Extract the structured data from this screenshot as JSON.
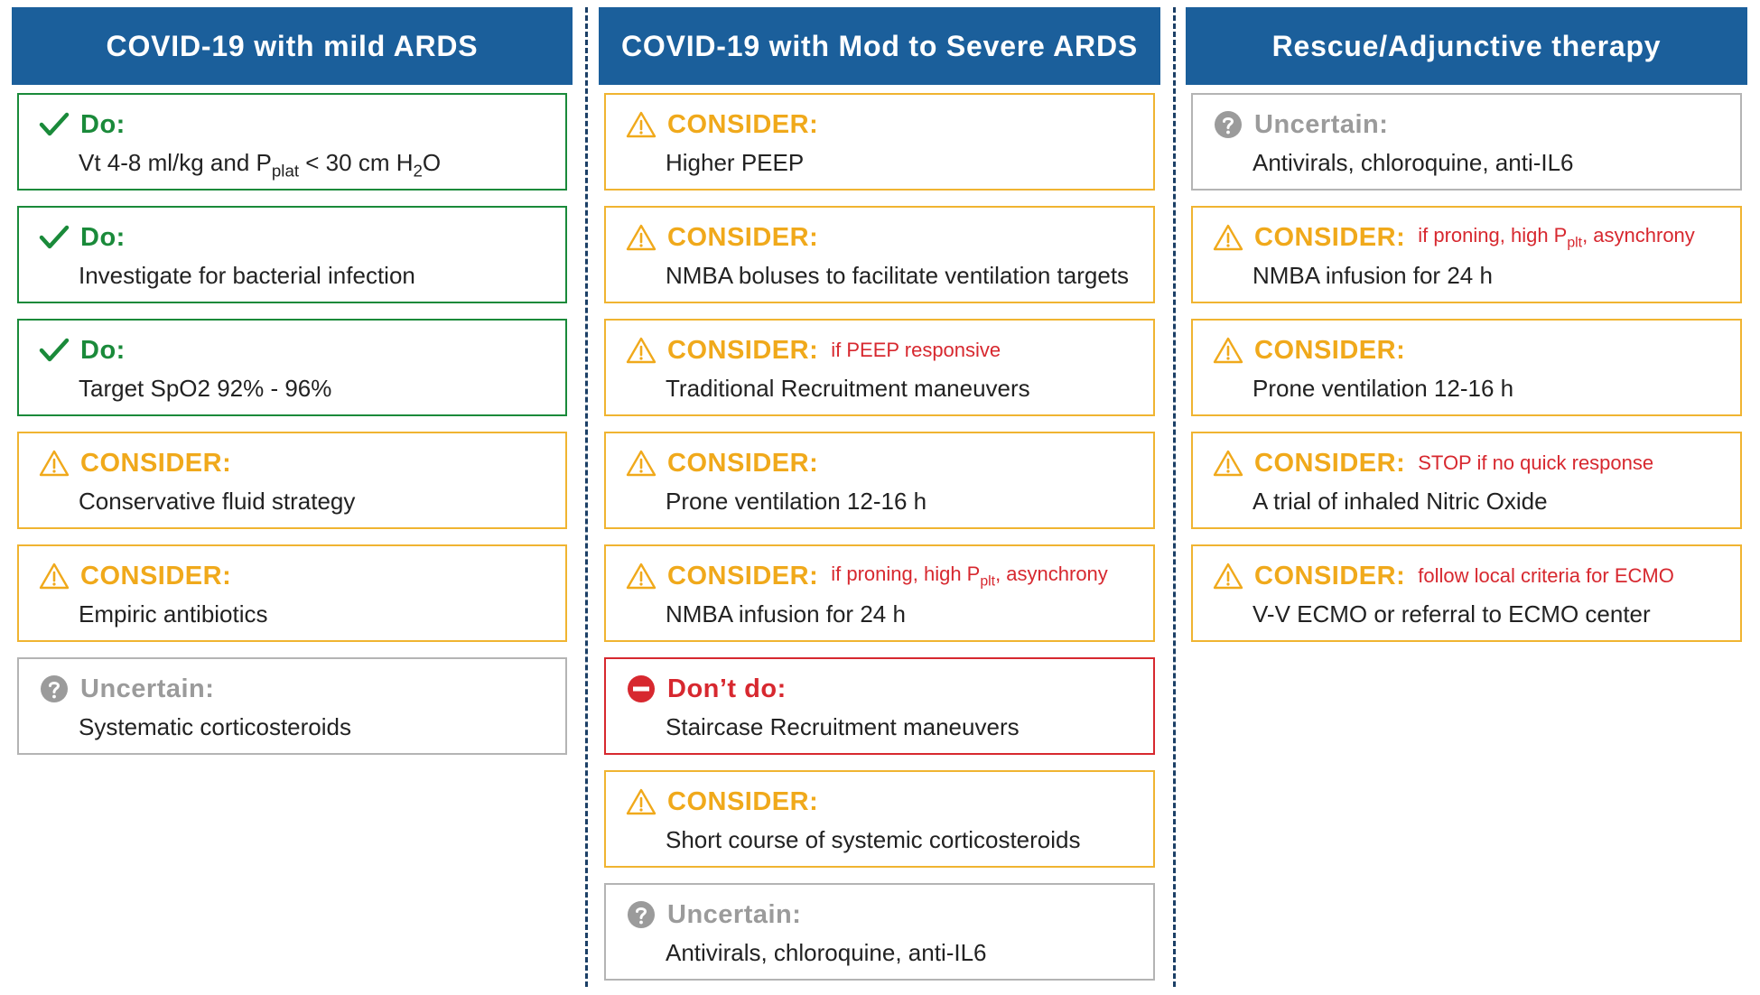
{
  "columns": [
    {
      "header": "COVID-19 with mild ARDS",
      "cards": [
        {
          "type": "do",
          "label": "Do:",
          "text_parts": [
            "Vt 4-8 ml/kg and P",
            "plat",
            " < 30 cm H",
            "2",
            "O"
          ]
        },
        {
          "type": "do",
          "label": "Do:",
          "text": "Investigate for bacterial infection"
        },
        {
          "type": "do",
          "label": "Do:",
          "text": "Target SpO2 92% - 96%"
        },
        {
          "type": "consider",
          "label": "CONSIDER:",
          "text": "Conservative fluid strategy"
        },
        {
          "type": "consider",
          "label": "CONSIDER:",
          "text": "Empiric antibiotics"
        },
        {
          "type": "uncertain",
          "label": "Uncertain:",
          "text": "Systematic corticosteroids"
        }
      ]
    },
    {
      "header": "COVID-19 with Mod to Severe ARDS",
      "cards": [
        {
          "type": "consider",
          "label": "CONSIDER:",
          "text": "Higher PEEP"
        },
        {
          "type": "consider",
          "label": "CONSIDER:",
          "text": "NMBA boluses to facilitate ventilation  targets"
        },
        {
          "type": "consider",
          "label": "CONSIDER:",
          "qualifier": "if PEEP responsive",
          "text": "Traditional Recruitment maneuvers"
        },
        {
          "type": "consider",
          "label": "CONSIDER:",
          "text": "Prone ventilation 12-16 h"
        },
        {
          "type": "consider",
          "label": "CONSIDER:",
          "qualifier_parts": [
            "if proning, high P",
            "plt",
            ", asynchrony"
          ],
          "text": "NMBA infusion for 24 h"
        },
        {
          "type": "dont",
          "label": "Don’t do:",
          "text": "Staircase Recruitment maneuvers"
        },
        {
          "type": "consider",
          "label": "CONSIDER:",
          "text": "Short course of systemic corticosteroids"
        },
        {
          "type": "uncertain",
          "label": "Uncertain:",
          "text": "Antivirals, chloroquine, anti-IL6"
        }
      ]
    },
    {
      "header": "Rescue/Adjunctive therapy",
      "cards": [
        {
          "type": "uncertain",
          "label": "Uncertain:",
          "text": "Antivirals, chloroquine, anti-IL6"
        },
        {
          "type": "consider",
          "label": "CONSIDER:",
          "qualifier_parts": [
            "if proning, high P",
            "plt",
            ", asynchrony"
          ],
          "text": "NMBA infusion for 24 h"
        },
        {
          "type": "consider",
          "label": "CONSIDER:",
          "text": "Prone ventilation 12-16 h"
        },
        {
          "type": "consider",
          "label": "CONSIDER:",
          "qualifier": "STOP if no quick response",
          "text": "A trial of inhaled Nitric Oxide"
        },
        {
          "type": "consider",
          "label": "CONSIDER:",
          "qualifier": "follow local criteria for ECMO",
          "text": "V-V ECMO or referral to ECMO center"
        }
      ]
    }
  ],
  "icons": {
    "do": "checkmark-icon",
    "consider": "warning-triangle-icon",
    "uncertain": "question-circle-icon",
    "dont": "no-entry-icon"
  },
  "colors": {
    "header": "#1b5f9b",
    "do": "#1a8a3a",
    "consider": "#f0b431",
    "uncertain": "#9b9b9b",
    "dont": "#d7282f",
    "qualifier": "#d7282f",
    "divider": "#1b3f66"
  }
}
